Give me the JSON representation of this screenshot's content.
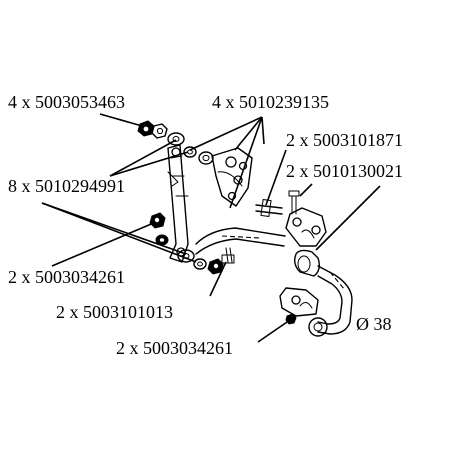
{
  "labels": {
    "nuts_top": "4 x 5003053463",
    "bushes_top": "4 x 5010239135",
    "washers": "8 x 5010294991",
    "bolt_right": "2 x 5003101871",
    "clamp_right": "2 x 5010130021",
    "nut_mid": "2 x 5003034261",
    "bolt_bottom": "2 x 5003101013",
    "nut_bottom": "2 x 5003034261",
    "bar_diameter": "Ø 38"
  },
  "colors": {
    "ink": "#000000",
    "paper": "#ffffff"
  }
}
